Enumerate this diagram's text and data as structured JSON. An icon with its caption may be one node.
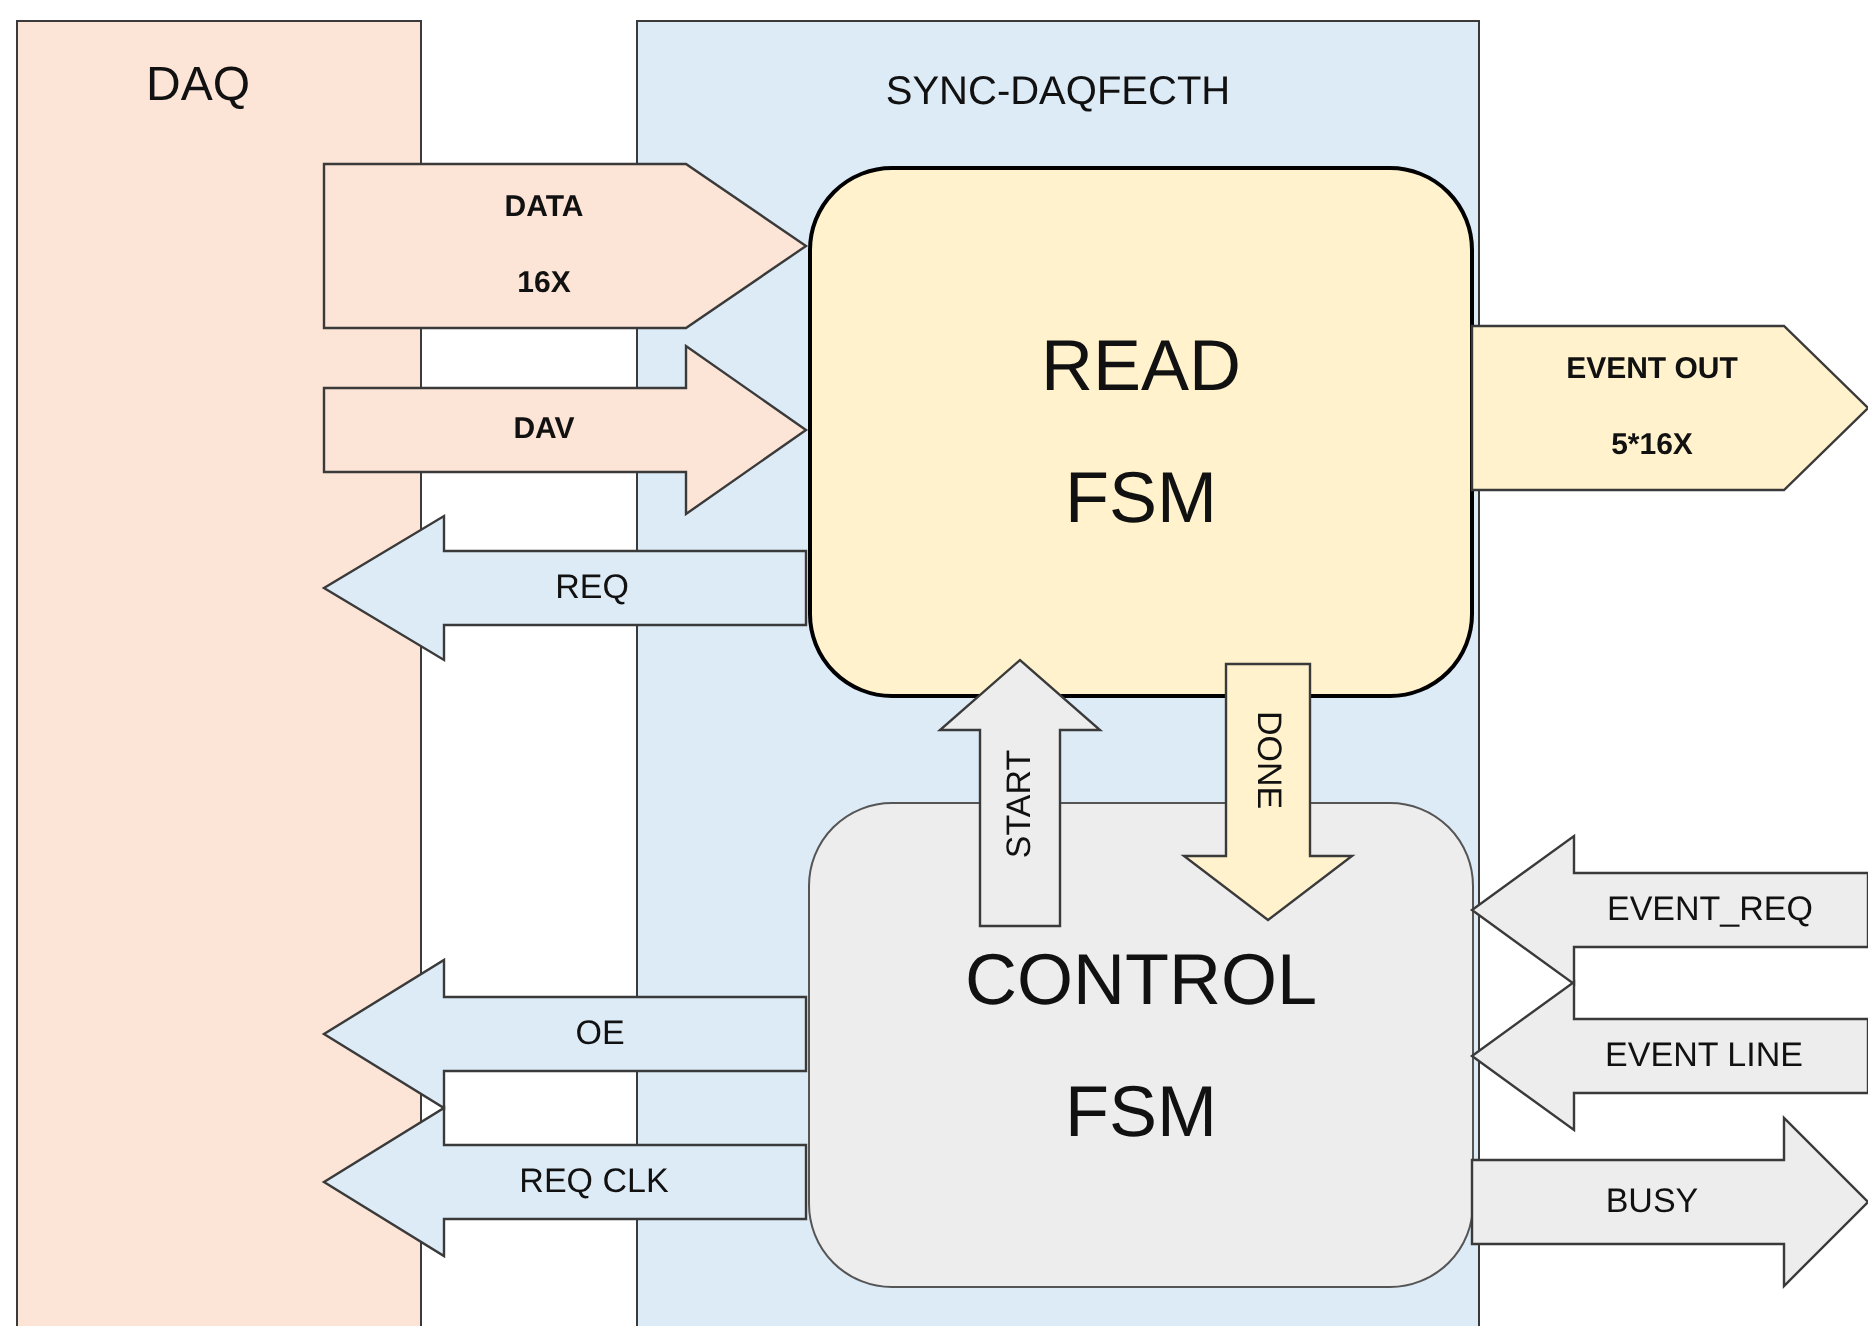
{
  "diagram": {
    "nodes": [
      {
        "text": [
          "DAQ"
        ]
      },
      {
        "text": [
          "SYNC-DAQFECTH"
        ]
      },
      {
        "text": [
          "READ FSM"
        ],
        "in": 1
      },
      {
        "text": [
          "CONTROL FSM"
        ],
        "in": 1
      }
    ],
    "edges": [
      {
        "from": 0,
        "to": 2,
        "arrow": "to",
        "label": "DATA 16X",
        "color": "#fce4d6"
      },
      {
        "from": 0,
        "to": 2,
        "arrow": "to",
        "label": "DAV",
        "color": "#fce4d6"
      },
      {
        "from": 2,
        "to": 0,
        "arrow": "to",
        "label": "REQ",
        "color": "#ddebf7"
      },
      {
        "from": 3,
        "to": 2,
        "arrow": "to",
        "label": "START",
        "color": "#ededed"
      },
      {
        "from": 2,
        "to": 3,
        "arrow": "to",
        "label": "DONE",
        "color": "#fff2cc"
      },
      {
        "from": 2,
        "to": null,
        "arrow": "to",
        "label": "EVENT OUT 5*16X",
        "color": "#fff2cc"
      },
      {
        "from": null,
        "to": 3,
        "arrow": "to",
        "label": "EVENT_REQ",
        "color": "#ededed"
      },
      {
        "from": null,
        "to": 3,
        "arrow": "to",
        "label": "EVENT LINE",
        "color": "#ededed"
      },
      {
        "from": 3,
        "to": null,
        "arrow": "to",
        "label": "BUSY",
        "color": "#ededed"
      },
      {
        "from": 3,
        "to": 0,
        "arrow": "to",
        "label": "OE",
        "color": "#ddebf7"
      },
      {
        "from": 3,
        "to": 0,
        "arrow": "to",
        "label": "REQ CLK",
        "color": "#ddebf7"
      }
    ]
  }
}
